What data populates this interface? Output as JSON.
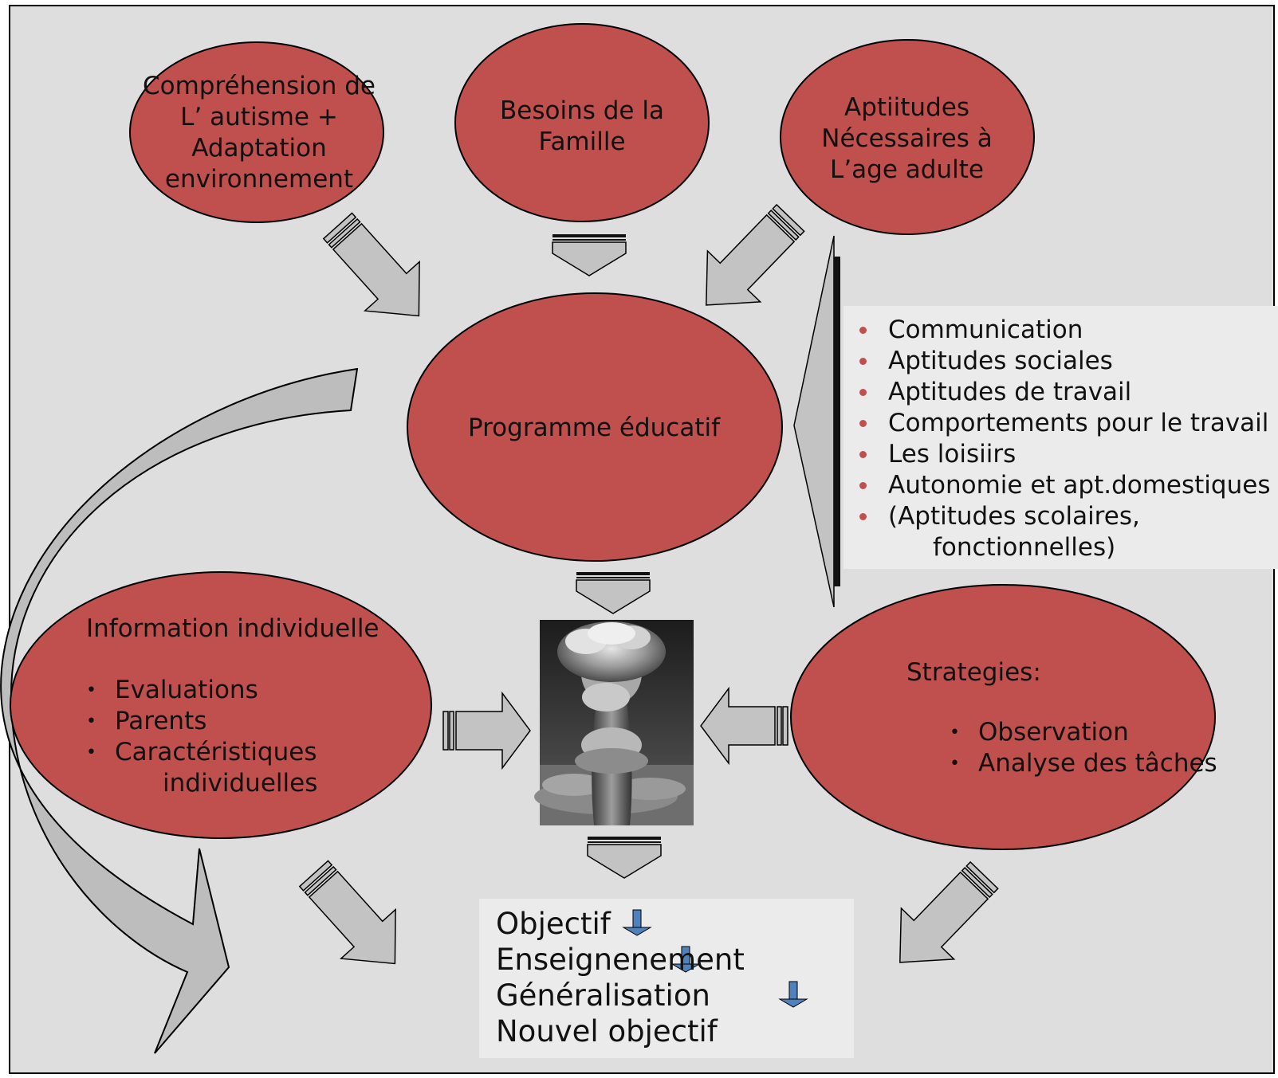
{
  "colors": {
    "background": "#dedede",
    "ellipse_fill": "#c0504d",
    "arrow_fill": "#c3c3c3",
    "panel_fill": "#ebebeb",
    "bullet": "#c0504d",
    "small_arrow": "#4f81bd"
  },
  "top": {
    "comprehension": [
      "Compréhension de",
      "L’ autisme  +",
      "Adaptation",
      "environnement"
    ],
    "famille": [
      "Besoins de la",
      "Famille"
    ],
    "aptitudes": [
      "Aptiitudes",
      "Nécessaires à",
      "L’age adulte"
    ]
  },
  "programme": "Programme éducatif",
  "skills": [
    "Communication",
    "Aptitudes sociales",
    "Aptitudes de travail",
    "Comportements pour le travail",
    "Les loisiirs",
    "Autonomie et apt.domestiques",
    "(Aptitudes scolaires,"
  ],
  "skills_continuation": "fonctionnelles)",
  "info": {
    "title": "Information individuelle",
    "items": [
      "Evaluations",
      "Parents",
      "Caractéristiques"
    ],
    "continuation": "individuelles"
  },
  "strategies": {
    "title": "Strategies:",
    "items": [
      "Observation",
      "Analyse des tâches"
    ]
  },
  "bullet_char": "•",
  "photo_icon": "mushroom-cloud-photo",
  "flow": [
    "Objectif",
    "Enseignenement",
    "Généralisation",
    "Nouvel objectif"
  ]
}
